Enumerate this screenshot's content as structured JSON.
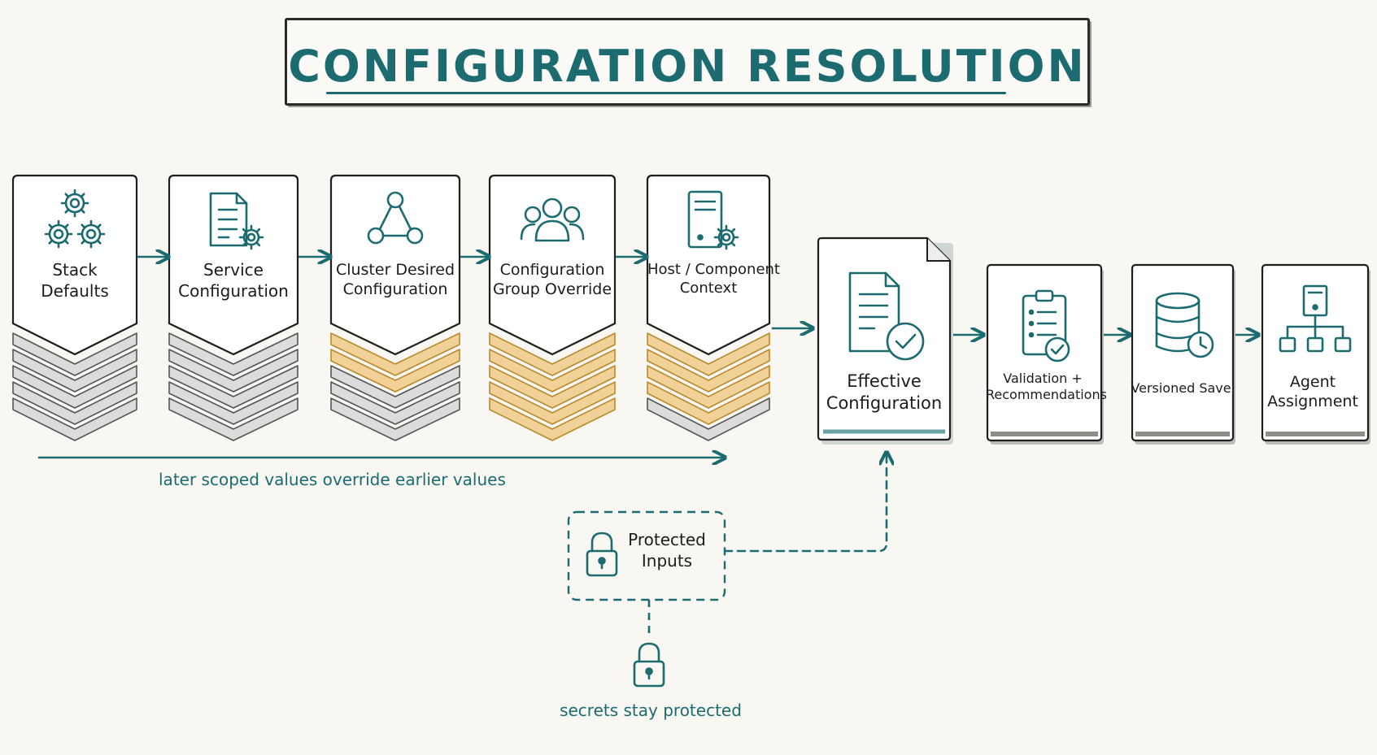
{
  "title": "CONFIGURATION RESOLUTION",
  "colors": {
    "accent": "#1b6b70",
    "ink": "#1e1e1e",
    "gray_layer": "#dcdcdc",
    "orange_layer": "#f1d197",
    "background": "#f8f7f2"
  },
  "stages": [
    {
      "line1": "Stack",
      "line2": "Defaults",
      "icon": "gears-icon",
      "layers": [
        "gray",
        "gray",
        "gray",
        "gray",
        "gray"
      ]
    },
    {
      "line1": "Service",
      "line2": "Configuration",
      "icon": "document-gear-icon",
      "layers": [
        "gray",
        "gray",
        "gray",
        "gray",
        "gray"
      ]
    },
    {
      "line1": "Cluster Desired",
      "line2": "Configuration",
      "icon": "cluster-triangle-icon",
      "layers": [
        "orange",
        "orange",
        "gray",
        "gray",
        "gray"
      ]
    },
    {
      "line1": "Configuration",
      "line2": "Group Override",
      "icon": "user-group-icon",
      "layers": [
        "orange",
        "orange",
        "orange",
        "orange",
        "orange"
      ]
    },
    {
      "line1": "Host / Component",
      "line2": "Context",
      "icon": "server-gear-icon",
      "layers": [
        "orange",
        "orange",
        "orange",
        "orange",
        "gray"
      ]
    }
  ],
  "effective": {
    "line1": "Effective",
    "line2": "Configuration",
    "icon": "document-check-icon"
  },
  "steps": [
    {
      "line1": "Validation +",
      "line2": "Recommendations",
      "icon": "clipboard-check-icon"
    },
    {
      "line1": "Versioned Save",
      "line2": "",
      "icon": "database-clock-icon"
    },
    {
      "line1": "Agent",
      "line2": "Assignment",
      "icon": "network-tree-icon"
    }
  ],
  "override_note": "later scoped values override earlier values",
  "protected": {
    "line1": "Protected",
    "line2": "Inputs",
    "icon": "lock-icon"
  },
  "secrets_note": "secrets stay protected",
  "secrets_icon": "lock-icon"
}
